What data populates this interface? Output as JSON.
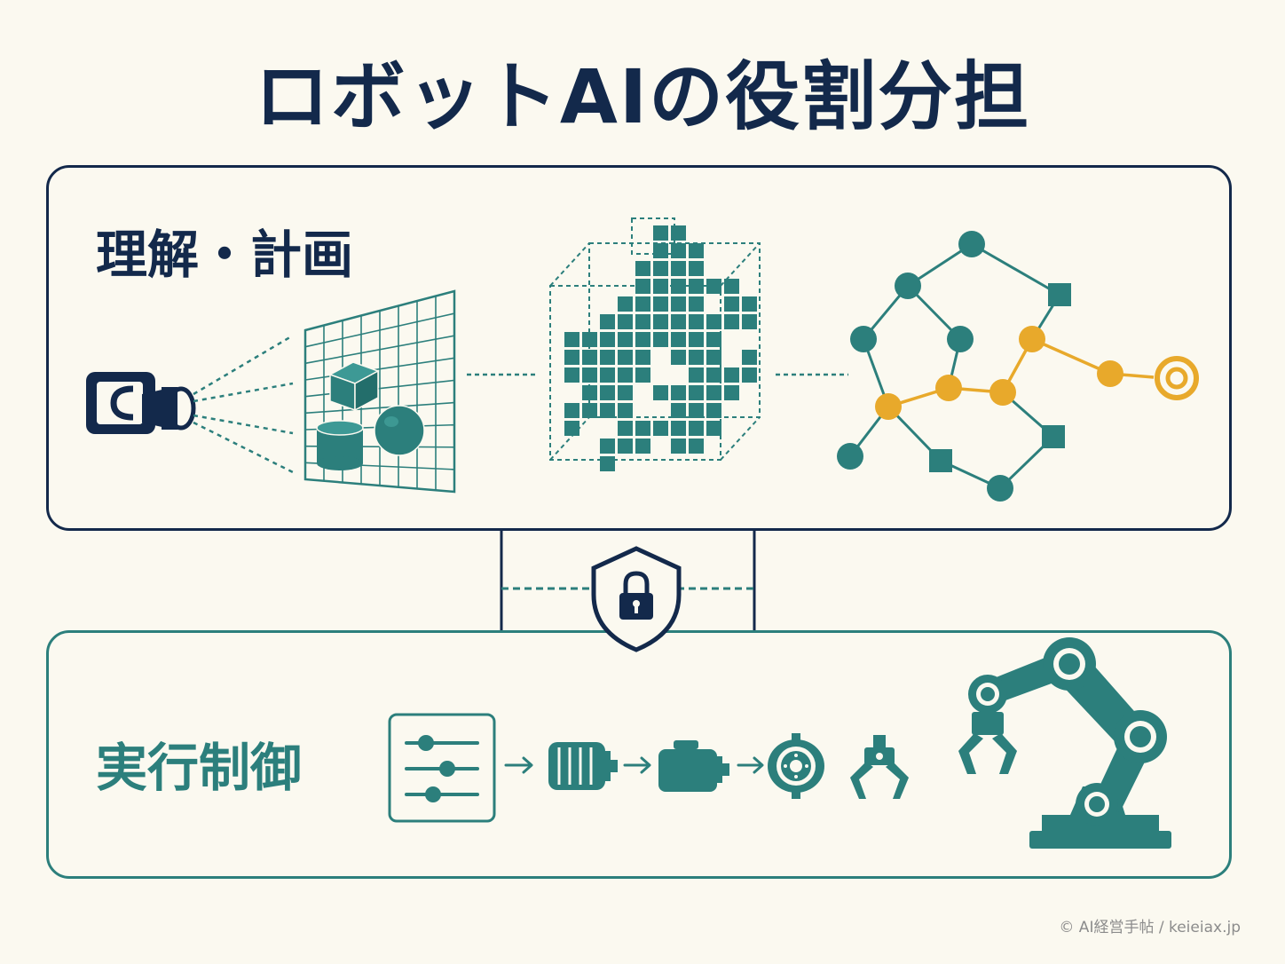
{
  "title": "ロボットAIの役割分担",
  "sections": {
    "planning": {
      "label": "理解・計画"
    },
    "control": {
      "label": "実行制御"
    }
  },
  "icons": {
    "planning": [
      "camera-icon",
      "3d-scene-grid-icon",
      "voxel-map-icon",
      "path-graph-icon",
      "goal-target-icon"
    ],
    "safety": "shield-lock-icon",
    "control": [
      "sliders-icon",
      "arrow-right-icon",
      "motor-icon",
      "arrow-right-icon",
      "servo-icon",
      "arrow-right-icon",
      "actuator-joint-icon",
      "gripper-icon",
      "robot-arm-icon"
    ]
  },
  "colors": {
    "navy": "#13294b",
    "teal": "#2c7f7c",
    "amber": "#e8a92b",
    "background": "#fbf9f0"
  },
  "credit": "© AI経営手帖 / keieiax.jp"
}
